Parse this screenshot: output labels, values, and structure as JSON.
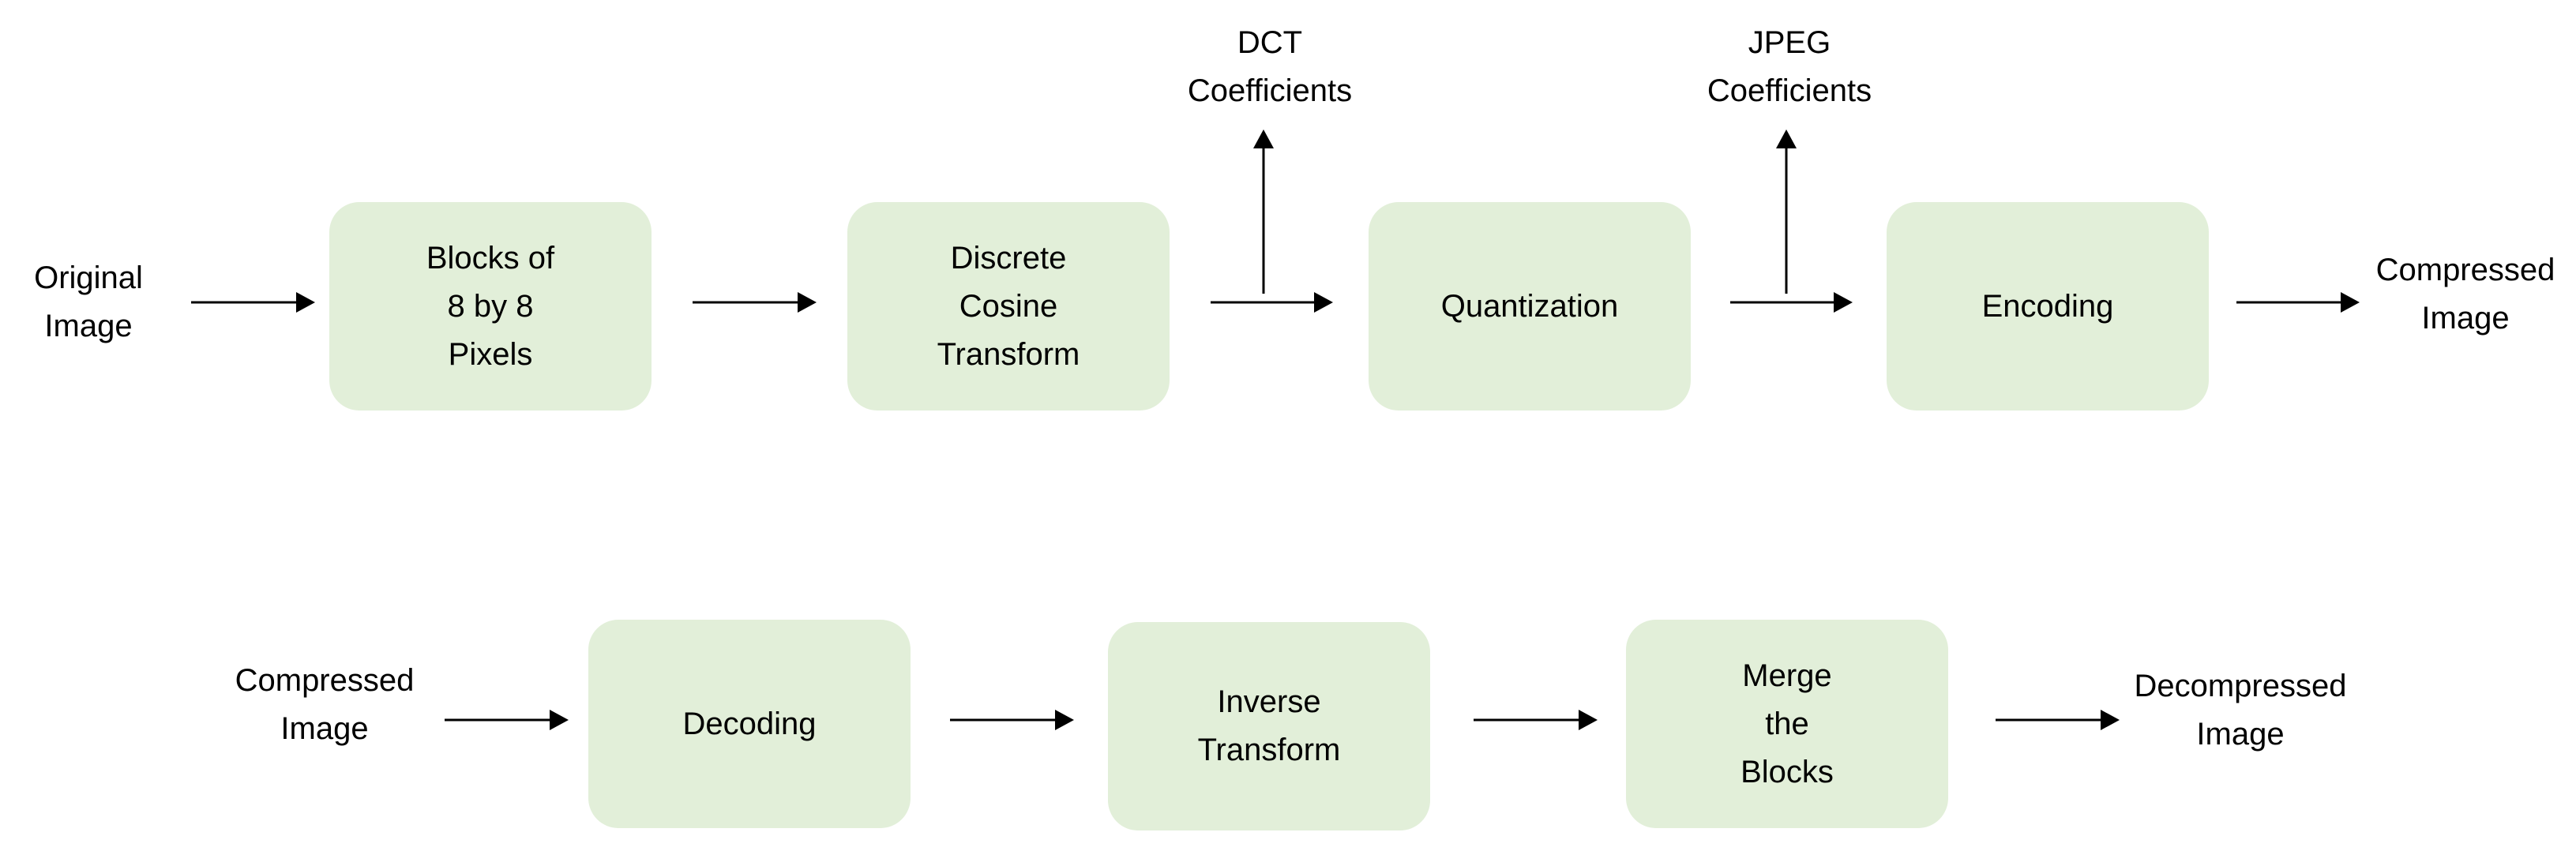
{
  "compression": {
    "input_label": "Original\nImage",
    "steps": [
      {
        "label": "Blocks of\n8 by 8\nPixels"
      },
      {
        "label": "Discrete\nCosine\nTransform"
      },
      {
        "label": "Quantization"
      },
      {
        "label": "Encoding"
      }
    ],
    "branch_outputs": [
      {
        "label": "DCT\nCoefficients"
      },
      {
        "label": "JPEG\nCoefficients"
      }
    ],
    "output_label": "Compressed\nImage"
  },
  "decompression": {
    "input_label": "Compressed\nImage",
    "steps": [
      {
        "label": "Decoding"
      },
      {
        "label": "Inverse\nTransform"
      },
      {
        "label": "Merge\nthe\nBlocks"
      }
    ],
    "output_label": "Decompressed\nImage"
  },
  "colors": {
    "box_fill": "#e2efd9",
    "arrow": "#000000",
    "text": "#000000"
  }
}
